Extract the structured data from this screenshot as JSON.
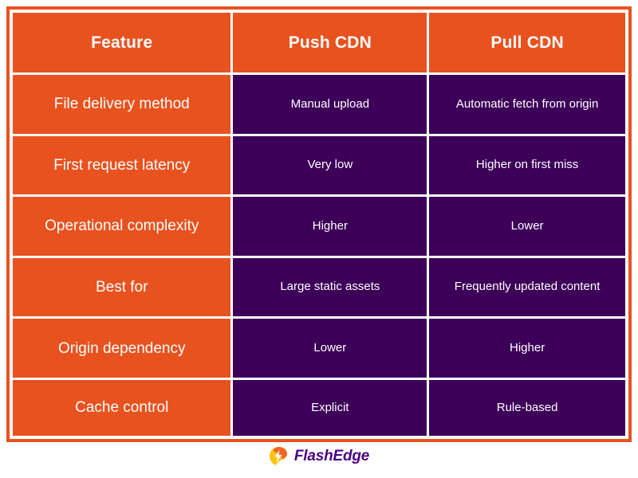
{
  "table": {
    "columns": [
      "Feature",
      "Push CDN",
      "Pull CDN"
    ],
    "rows": [
      {
        "feature": "File delivery method",
        "push": "Manual upload",
        "pull": "Automatic fetch from origin"
      },
      {
        "feature": "First request latency",
        "push": "Very low",
        "pull": "Higher on first miss"
      },
      {
        "feature": "Operational complexity",
        "push": "Higher",
        "pull": "Lower"
      },
      {
        "feature": "Best for",
        "push": "Large static assets",
        "pull": "Frequently updated content"
      },
      {
        "feature": "Origin dependency",
        "push": "Lower",
        "pull": "Higher"
      },
      {
        "feature": "Cache control",
        "push": "Explicit",
        "pull": "Rule-based"
      }
    ]
  },
  "brand": {
    "name": "FlashEdge",
    "icon": "flash-bolt-icon"
  },
  "colors": {
    "orange": "#E8521F",
    "purple": "#3D0059",
    "white": "#FFFFFF",
    "brand_text": "#4B0082",
    "bolt_top": "#F26522",
    "bolt_bottom": "#FFC20E"
  }
}
